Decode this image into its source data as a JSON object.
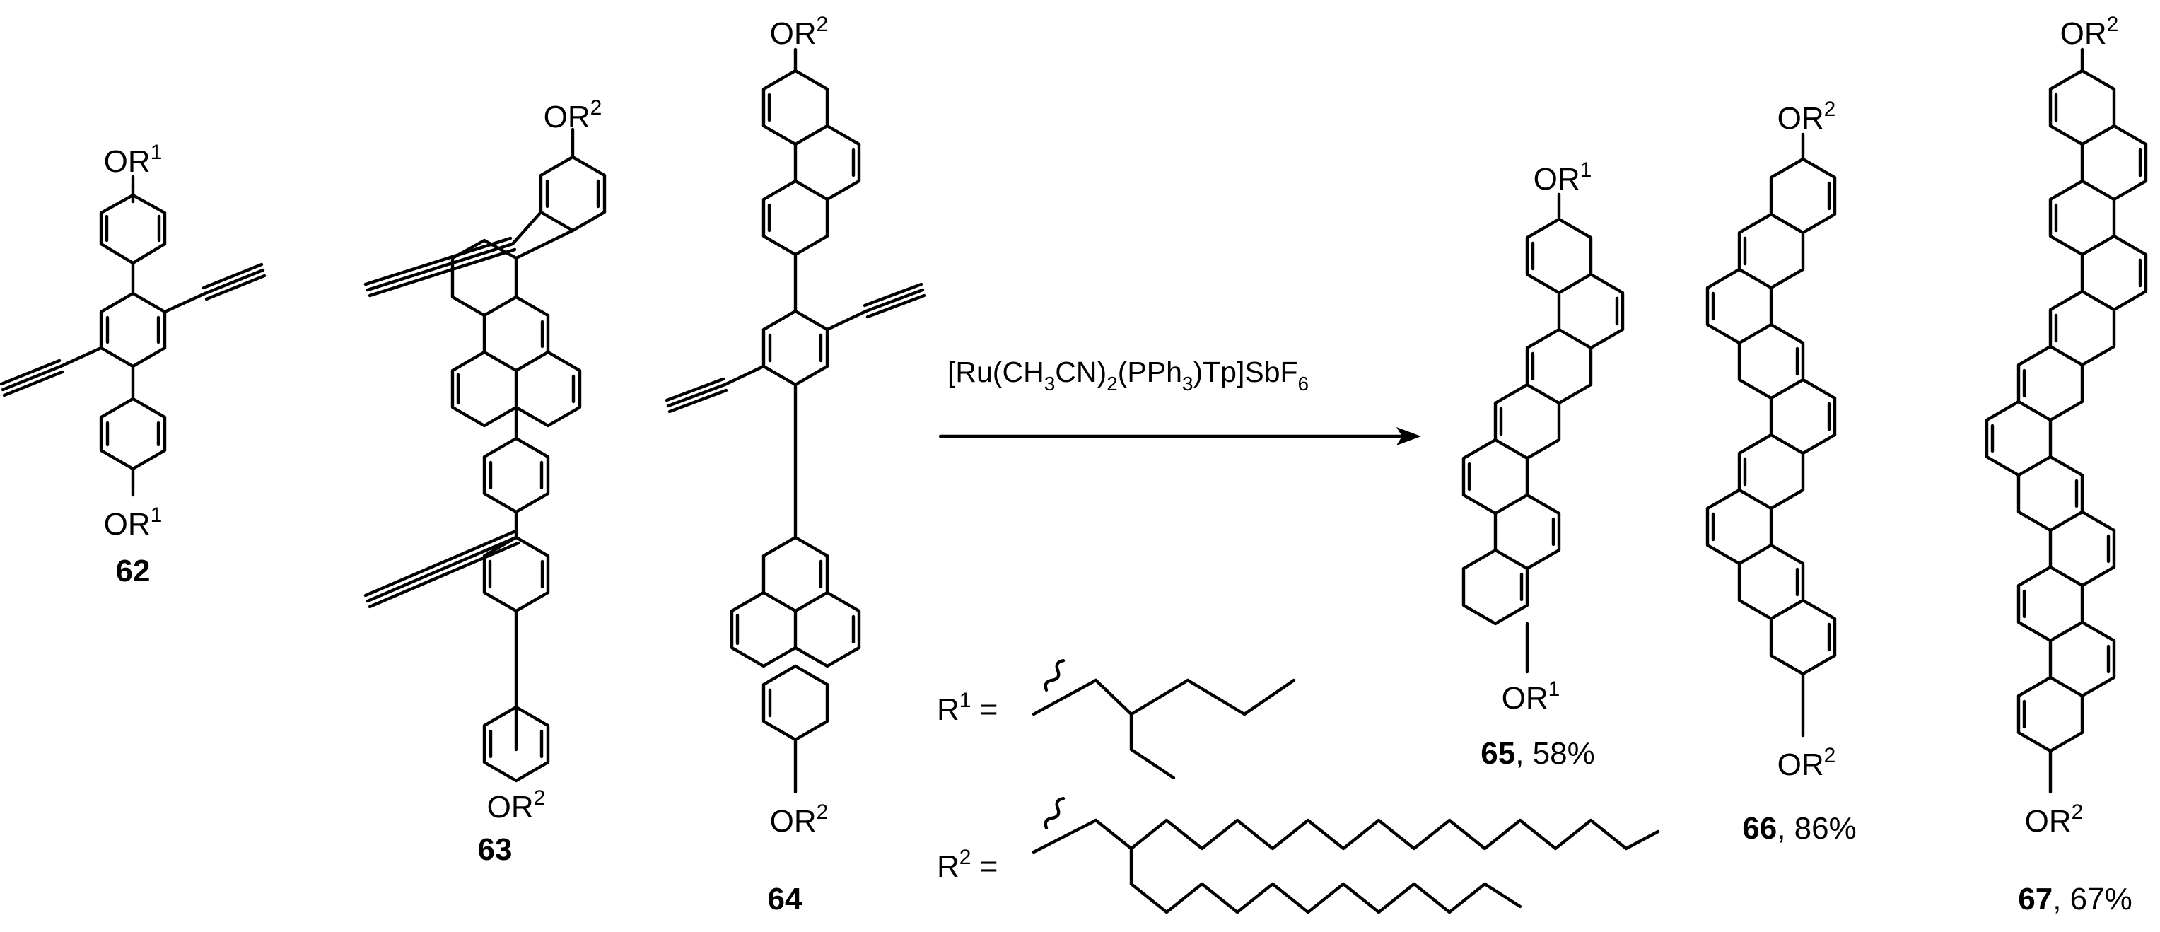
{
  "compounds": [
    {
      "id": "62",
      "label": "62",
      "yield_text": "",
      "substituents": [
        "OR",
        "1"
      ]
    },
    {
      "id": "63",
      "label": "63",
      "yield_text": "",
      "substituents": [
        "OR",
        "2"
      ]
    },
    {
      "id": "64",
      "label": "64",
      "yield_text": "",
      "substituents": [
        "OR",
        "2"
      ]
    },
    {
      "id": "65",
      "label": "65",
      "yield_text": ", 58%",
      "substituents": [
        "OR",
        "1"
      ]
    },
    {
      "id": "66",
      "label": "66",
      "yield_text": ", 86%",
      "substituents": [
        "OR",
        "2"
      ]
    },
    {
      "id": "67",
      "label": "67",
      "yield_text": ", 67%",
      "substituents": [
        "OR",
        "2"
      ]
    }
  ],
  "substituent_text": {
    "prefix": "OR",
    "r1_sup": "1",
    "r2_sup": "2"
  },
  "reagent": {
    "p1": "[Ru(CH",
    "s1": "3",
    "p2": "CN)",
    "s2": "2",
    "p3": "(PPh",
    "s3": "3",
    "p4": ")Tp]SbF",
    "s4": "6"
  },
  "r_groups": {
    "r1_label": "R",
    "r1_sup": "1",
    "r1_eq": " =",
    "r2_label": "R",
    "r2_sup": "2",
    "r2_eq": " ="
  }
}
